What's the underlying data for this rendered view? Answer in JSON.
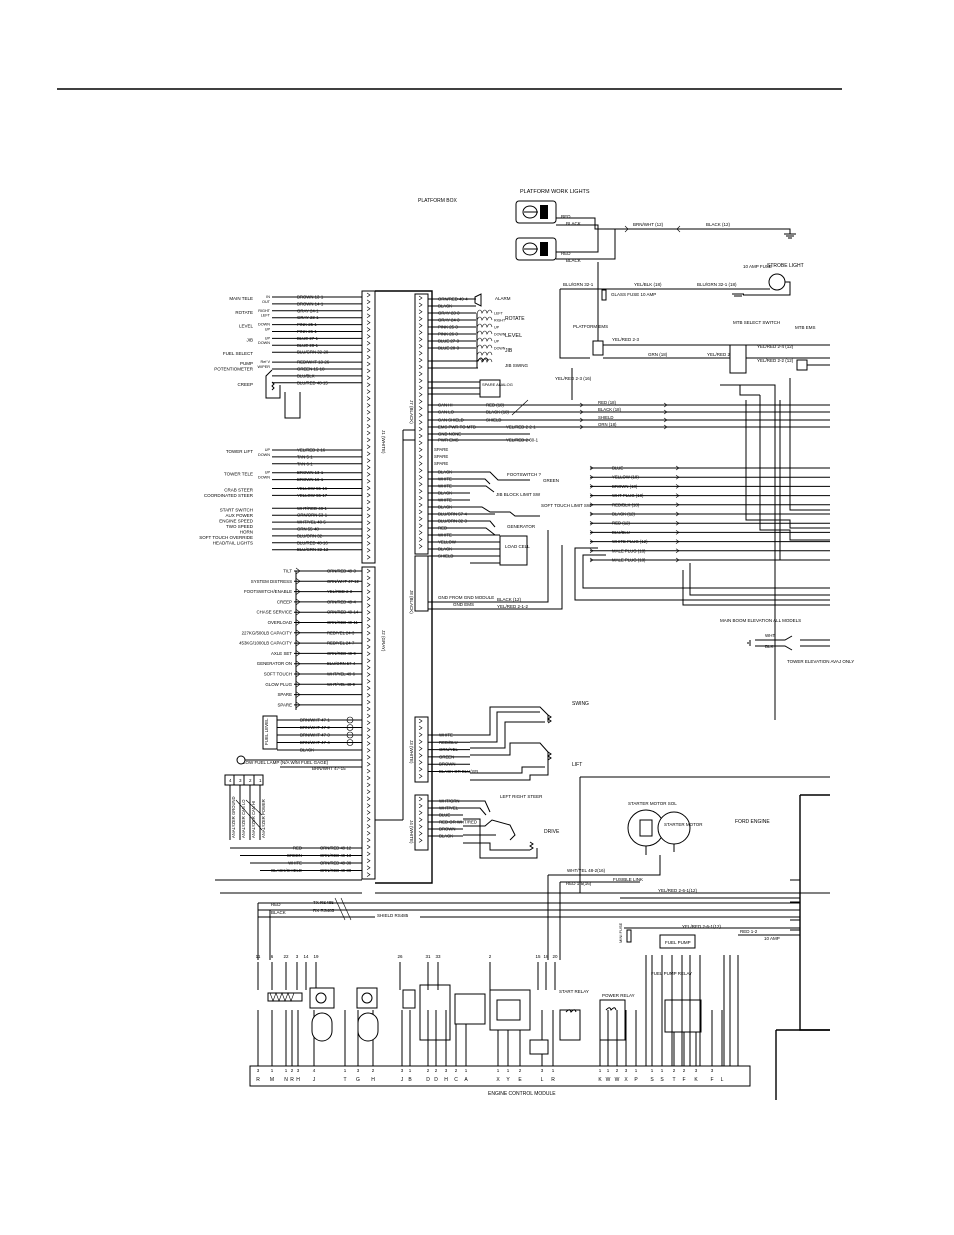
{
  "header": {},
  "connectors": {
    "j1": "J1 (WHITE)",
    "j2": "J2 (GRAY)",
    "j7": "J7 (BLACK)",
    "j8": "J8 (BLACK)",
    "j3": "J3 (WHITE)",
    "j4": "J4 (WHITE)"
  },
  "top": {
    "platform_box": "PLATFORM BOX",
    "work_lights": "PLATFORM WORK LIGHTS",
    "light_red": "RED",
    "light_black": "BLACK",
    "lights_wire_a": "BRN/WHT (12)",
    "lights_wire_b": "BLACK (12)",
    "fuse_label": "GLASS FUSE\n10 AMP",
    "fuse_10a": "10 AMP\nFUSE",
    "strobe": "STROBE LIGHT",
    "wire_blu_grn": "BLU/GRN 32-1",
    "wire_yel_blk": "YEL/BLK (18)",
    "wire_blu_grn2": "BLU/GRN 32-1 (18)",
    "platform_ems": "PLATFORM\nEMS",
    "mtb_select": "MTB\nSELECT\nSWITCH",
    "mtb_ems": "MTB\nEMS",
    "wire_yel_red_12": "YEL/RED\n2-3",
    "wire_grn_red": "GRN (18)",
    "wire_yel_red_2": "YEL/RED 2-5",
    "wire_yel_red_3": "YEL/RED\n2-4 (12)",
    "wire_yel_red_4": "YEL/RED\n2-2 (12)",
    "wire_yel_red_5": "YEL/RED\n2-3 (16)"
  },
  "left_controls": [
    {
      "name": "MAIN TELE",
      "dir": "IN\nOUT",
      "wires": [
        "BROWN 13-1",
        "BROWN 14-1"
      ]
    },
    {
      "name": "ROTATE",
      "dir": "RIGHT\nLEFT",
      "wires": [
        "GRAY 24-1",
        "GRAY 23-1"
      ]
    },
    {
      "name": "LEVEL",
      "dir": "DOWN\nUP",
      "wires": [
        "PINK 25-1",
        "PINK 26-1"
      ]
    },
    {
      "name": "JIB",
      "dir": "UP\nDOWN",
      "wires": [
        "BLUE 27-1",
        "BLUE 28-1"
      ]
    },
    {
      "name": "FUEL SELECT",
      "dir": "",
      "wires": [
        "BLU/GRN 32-20"
      ]
    },
    {
      "name": "PUMP\nPOTENTIOMETER",
      "dir": "Ref V\nWIPER",
      "wires": [
        "RED/WHT 13-26",
        "GREEN 15-18",
        "BLU/BLK"
      ]
    },
    {
      "name": "CREEP",
      "dir": "",
      "wires": [
        "BLU/RED 48-15"
      ]
    }
  ],
  "left_controls_2": [
    {
      "name": "TOWER LIFT",
      "dir": "UP\nDOWN",
      "wires": [
        "YEL/RED 2-16",
        "TAN 5-1",
        "TAN 6-1"
      ]
    },
    {
      "name": "TOWER TELE",
      "dir": "UP\nDOWN",
      "wires": [
        "BROWN 13-1",
        "BROWN 16-1"
      ]
    },
    {
      "name": "CRAB STEER\nCOORDINATED STEER",
      "dir": "",
      "wires": [
        "YELLOW 55-16",
        "YELLOW 55-17"
      ]
    },
    {
      "name": "START SWITCH\nAUX POWER\nENGINE SPEED\nTWO SPEED\nHORN\nSOFT TOUCH OVERRIDE\nHEAD/TAIL LIGHTS",
      "dir": "",
      "wires": [
        "WHT/RED 48-1",
        "ORN/ORN 53-1",
        "WHT/YEL 48-5",
        "GRN 55-48",
        "BLU/ORN 32-",
        "BLU/RED 48-16",
        "BLU/GRN 32-12"
      ]
    }
  ],
  "j2_inputs": [
    {
      "name": "TILT",
      "wire": "ORN/RED 49-3"
    },
    {
      "name": "SYSTEM DISTRESS",
      "wire": "ORN/WHT 47-12"
    },
    {
      "name": "FOOTSWITCH/ENABLE",
      "wire": "YEL/RED 2-3"
    },
    {
      "name": "CREEP",
      "wire": "ORN/RED 49-4"
    },
    {
      "name": "CHASE SERVICE",
      "wire": "ORN/RED 49-14"
    },
    {
      "name": "OVERLOAD",
      "wire": "ORN/RED 49-11"
    },
    {
      "name": "227KG/500LB CAPACITY",
      "wire": "RED/YEL 24-3"
    },
    {
      "name": "453KG/1000LB CAPACITY",
      "wire": "RED/YEL 24-7"
    },
    {
      "name": "AXLE SET",
      "wire": "ORN/RED 49-9"
    },
    {
      "name": "GENERATOR ON",
      "wire": "BLU/ORN 57-4"
    },
    {
      "name": "SOFT TOUCH",
      "wire": "WHT/YEL 49-6"
    },
    {
      "name": "GLOW PLUG",
      "wire": "WHT/YEL 48-9"
    },
    {
      "name": "SPARE",
      "wire": ""
    },
    {
      "name": "SPARE",
      "wire": ""
    }
  ],
  "fuel_level": {
    "label": "FUEL LEVEL",
    "rows": [
      "BRN/WHT 47-1",
      "BRN/WHT 47-2",
      "BRN/WHT 47-3",
      "BRN/WHT 47-4",
      "BLACK"
    ],
    "lamp": "LOW FUEL LAMP\n(N/A W/M FUEL GAGE)",
    "lamp_wire": "BRN/WHT 47-15"
  },
  "analyzer": {
    "pins": [
      "4",
      "3",
      "2",
      "1"
    ],
    "wires": [
      "ANALYZER GROUND",
      "ANALYZER CAN LO",
      "ANALYZER CAN HI",
      "ANALYZER POWER"
    ],
    "bottom": [
      "RED",
      "GREEN",
      "WHITE",
      "BLACK/SHIELD"
    ],
    "bottom_wires": [
      "ORN/RED 49-12",
      "ORN/RED 49-13",
      "ORN/RED 49-38",
      "ORN/RED 49-88"
    ]
  },
  "j7_outputs": [
    {
      "wire": "ORN/RED 49-4",
      "dev": "ALARM"
    },
    {
      "wire": "BLACK",
      "dev": ""
    },
    {
      "wire": "GRAY 23-3",
      "dev": "LEFT"
    },
    {
      "wire": "GRAY 24-3",
      "dev": "RIGHT"
    },
    {
      "wire": "PINK 25-3",
      "dev": "UP"
    },
    {
      "wire": "PINK 26-3",
      "dev": "DOWN"
    },
    {
      "wire": "BLUE 27-3",
      "dev": "UP"
    },
    {
      "wire": "BLUE 28-3",
      "dev": "DOWN"
    }
  ],
  "j7_devices": {
    "rotate": "ROTATE",
    "level": "LEVEL",
    "jib": "JIB",
    "jib_swing": "JIB SWING",
    "spare_analog": "SPARE\nANALOG"
  },
  "can": {
    "can_hi": "CAN HI",
    "can_lo": "CAN LO",
    "can_shield": "CAN SHIELD",
    "ems_pwr": "EMS PWR TO MTB",
    "gnd_none": "GND NONE",
    "pwr_ems": "PWR EMS",
    "w1": "RED (18)",
    "w2": "BLACK (18)",
    "w3": "SHIELD",
    "w4": "ORN (18)",
    "w5": "YEL/RED 2-2-1",
    "w6": "YEL/RED 2-30-1"
  },
  "j8_area": {
    "spares": [
      "SPARE",
      "SPARE",
      "SPARE"
    ],
    "footswitch": "FOOTSWITCH ?",
    "jib_block": "JIB BLOCK LIMIT SW",
    "soft_touch": "SOFT TOUCH\nLIMIT SW",
    "generator": "GENERATOR",
    "load_cell": "LOAD\nCELL",
    "labels": [
      "BLACK",
      "WHITE",
      "WHITE",
      "BLACK",
      "WHITE",
      "BLACK",
      "BLU/ORN 57-4",
      "BLU/ORN 32-3",
      "RED",
      "WHITE",
      "YELLOW",
      "BLACK",
      "SHIELD"
    ],
    "right_wires": [
      "BLUE",
      "YELLOW (18)",
      "BROWN (18)",
      "WHT PLUG (18)",
      "RED/BLK (18)",
      "BLACK (12)",
      "RED (12)",
      "BLU/BLU",
      "WHITE PLUG (12)",
      "MALE PLUG (18)",
      "MALE PLUG (18)"
    ],
    "green": "GREEN",
    "gnd_from": "GND FROM GND MODULE",
    "gnd_ems": "GND EMS",
    "gnd_w1": "BLACK (12)",
    "gnd_w2": "YEL/RED 2-1-2"
  },
  "boom": {
    "label": "MAIN BOOM ELEVATION\nALL MODELS",
    "tower": "TOWER ELEVATION\nAVAJ ONLY",
    "w1": "WHT",
    "w2": "BLK"
  },
  "j3_area": {
    "swing": "SWING",
    "lift": "LIFT",
    "wires": [
      "WHITE",
      "RED/BLU",
      "ORN/YEL",
      "GREEN",
      "BROWN",
      "BLACK OR BLU/YEL"
    ]
  },
  "j4_area": {
    "steer": "LEFT\nRIGHT  STEER",
    "drive": "DRIVE",
    "wires": [
      "WHT/GRN",
      "WHT/YEL",
      "BLUE",
      "RED OR WHT/RED",
      "BROWN",
      "BLACK"
    ]
  },
  "engine": {
    "starter_sol": "STARTER\nMOTOR\nSOL",
    "starter_motor": "STARTER\nMOTOR",
    "ford": "FORD ENGINE",
    "fusible": "FUSIBLE\nLINK",
    "wires": [
      "WHT/YEL 48-2(16)",
      "RED 1-5(16)",
      "YEL/RED 2-6-1(12)",
      "YEL/RED 2-6-1(12)",
      "RED 1-2",
      "10 AMP"
    ],
    "rs485": [
      "RED",
      "BLACK",
      "TX RS485",
      "RX RS485",
      "SHIELD RS485"
    ],
    "fuel_pump": "FUEL PUMP",
    "mini_fuse": "MINI FUSE",
    "ecm": "ENGINE CONTROL MODULE",
    "start_relay": "START\nRELAY",
    "power_relay": "POWER\nRELAY",
    "fuel_relay": "FUEL\nPUMP\nRELAY",
    "top_pins": [
      "11",
      "6",
      "22",
      "3",
      "14",
      "19",
      "26",
      "31",
      "33",
      "2",
      "15",
      "18",
      "20"
    ],
    "bottom_pins": [
      "3",
      "1",
      "1",
      "2",
      "3",
      "4",
      "1",
      "3",
      "2",
      "3",
      "1",
      "2",
      "2",
      "3",
      "2",
      "1",
      "1",
      "1",
      "2",
      "3",
      "1",
      "1",
      "1",
      "2",
      "3",
      "1",
      "1",
      "1",
      "2",
      "2",
      "3",
      "3"
    ],
    "bottom_letters": [
      "R",
      "M",
      "N",
      "R",
      "H",
      "J",
      "T",
      "G",
      "H",
      "J",
      "B",
      "D",
      "D",
      "H",
      "C",
      "A",
      "X",
      "Y",
      "E",
      "L",
      "R",
      "K",
      "W",
      "W",
      "X",
      "P",
      "S",
      "S",
      "T",
      "F",
      "K",
      "F",
      "L"
    ]
  }
}
